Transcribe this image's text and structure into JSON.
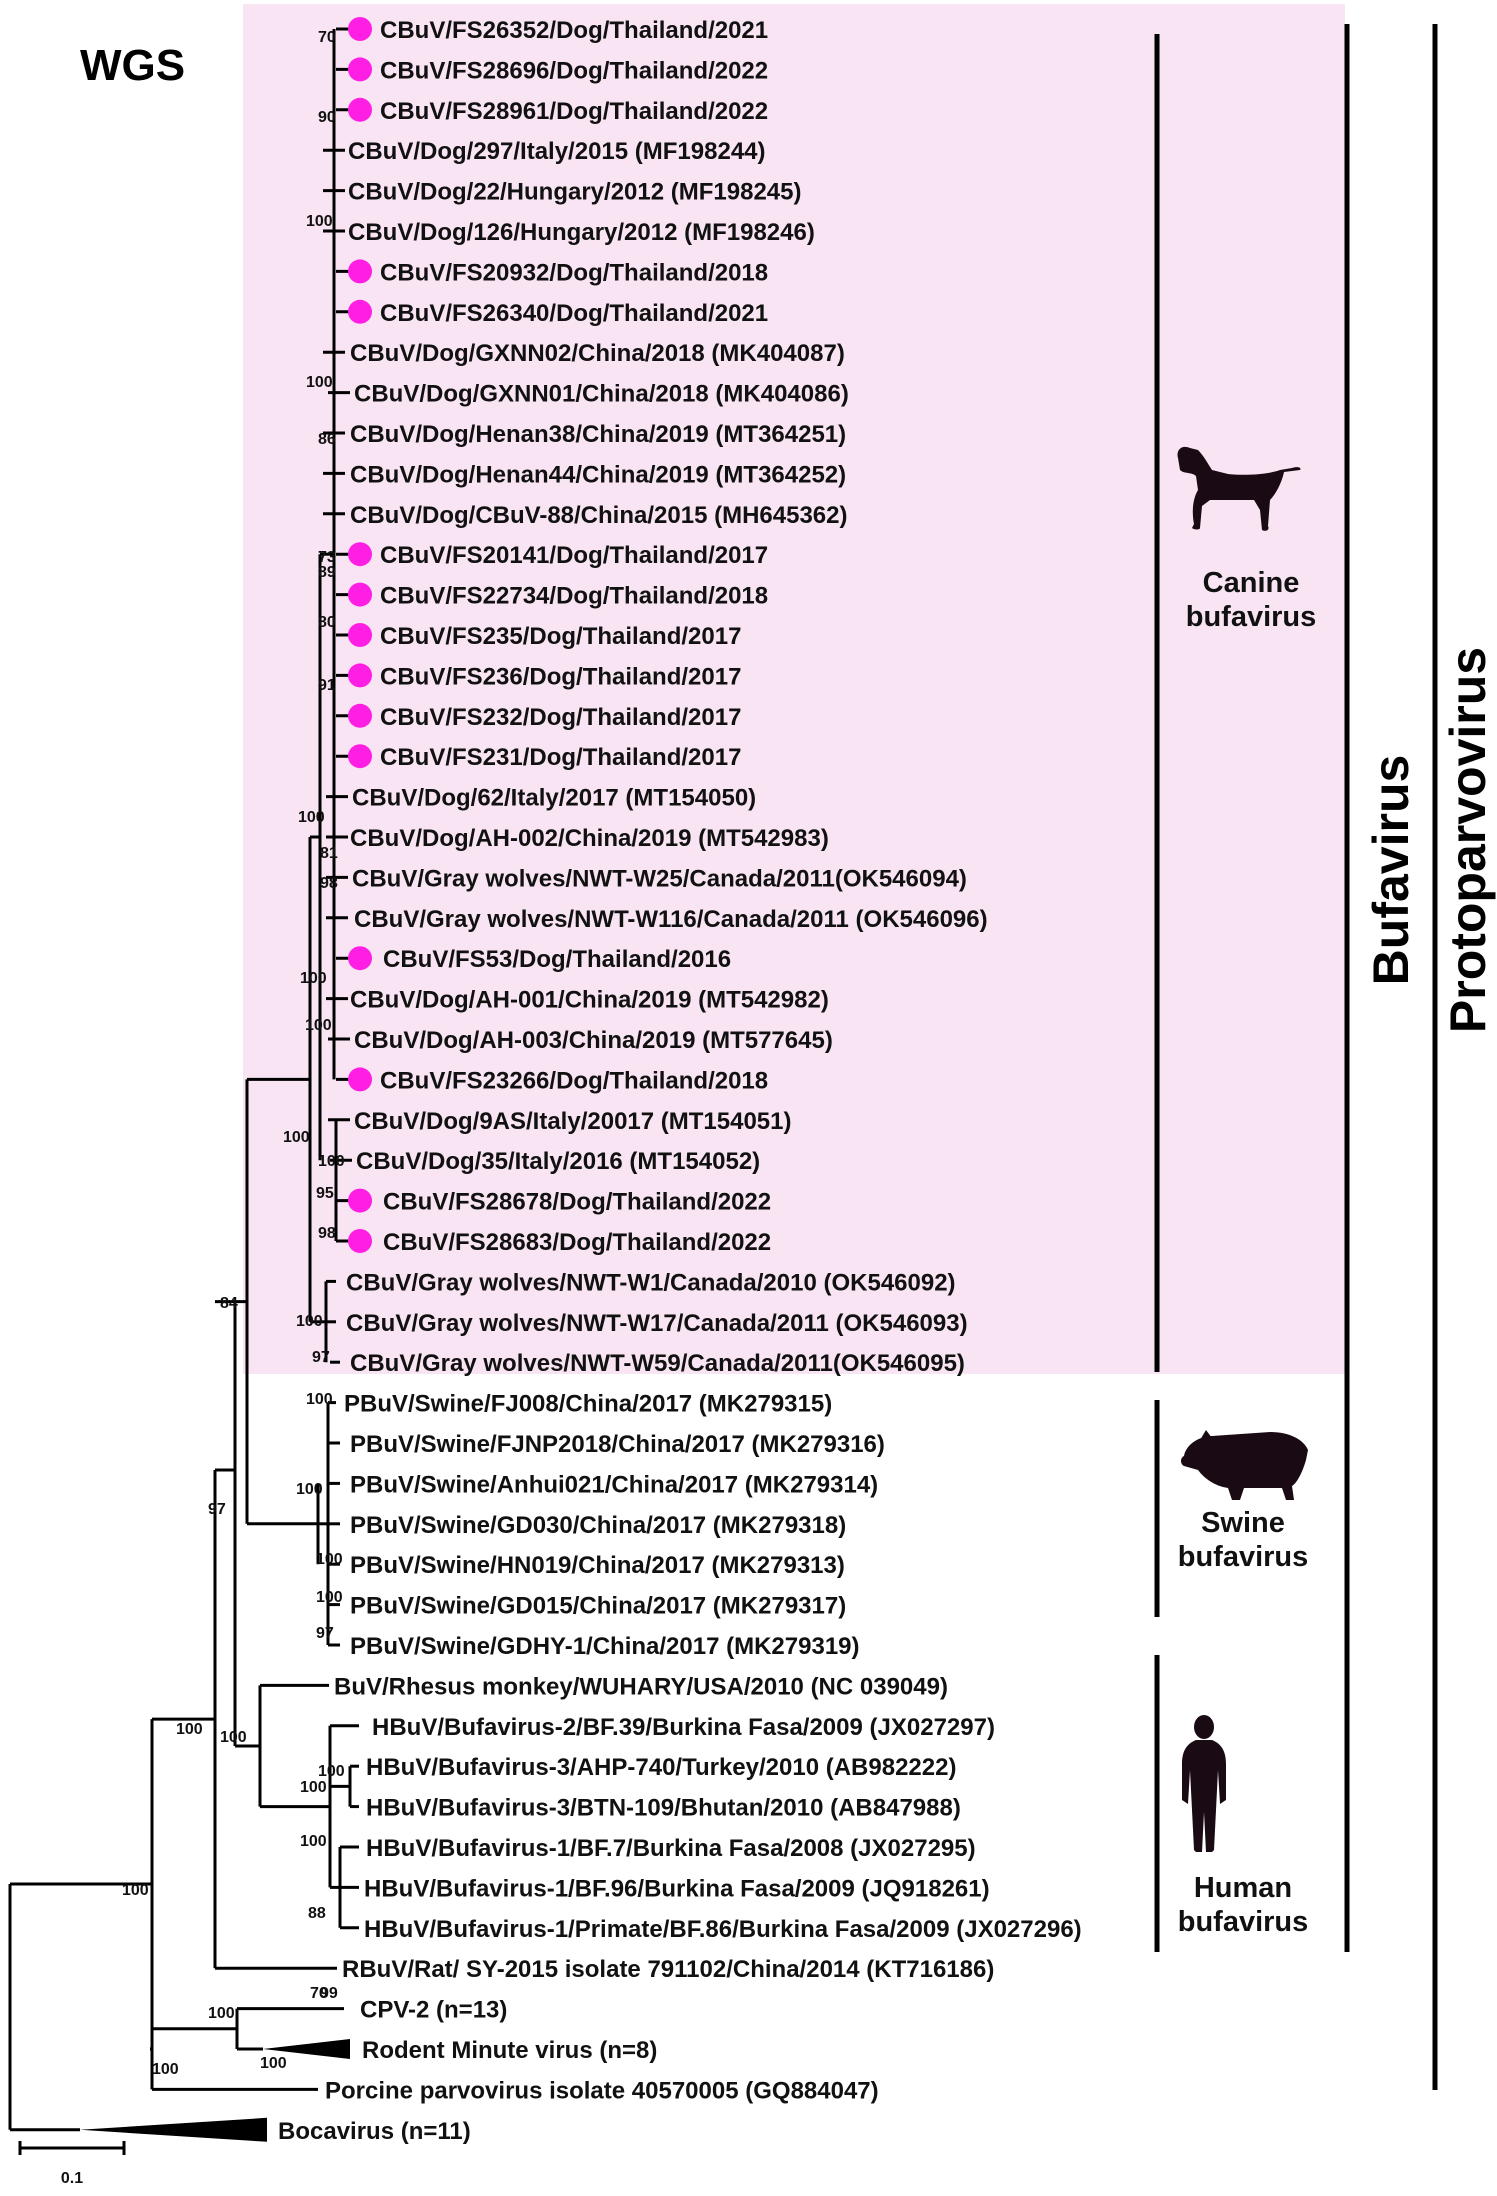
{
  "title": "WGS",
  "scale_label": "0.1",
  "colors": {
    "canine_bg": "#f9e4f3",
    "thai_marker": "#ff1ee4",
    "line": "#000000"
  },
  "groups": {
    "canine": [
      "Canine",
      "bufavirus"
    ],
    "swine": [
      "Swine",
      "bufavirus"
    ],
    "human": [
      "Human",
      "bufavirus"
    ],
    "genus": "Bufavirus",
    "protoparvovirus": "Protoparvovirus"
  },
  "icons": [
    "dog-silhouette-icon",
    "pig-silhouette-icon",
    "human-silhouette-icon"
  ],
  "leaves": [
    {
      "label": "CBuV/FS26352/Dog/Thailand/2021",
      "thai": true
    },
    {
      "label": "CBuV/FS28696/Dog/Thailand/2022",
      "thai": true
    },
    {
      "label": "CBuV/FS28961/Dog/Thailand/2022",
      "thai": true
    },
    {
      "label": "CBuV/Dog/297/Italy/2015 (MF198244)",
      "thai": false
    },
    {
      "label": "CBuV/Dog/22/Hungary/2012 (MF198245)",
      "thai": false
    },
    {
      "label": "CBuV/Dog/126/Hungary/2012 (MF198246)",
      "thai": false
    },
    {
      "label": "CBuV/FS20932/Dog/Thailand/2018",
      "thai": true
    },
    {
      "label": "CBuV/FS26340/Dog/Thailand/2021",
      "thai": true
    },
    {
      "label": "CBuV/Dog/GXNN02/China/2018 (MK404087)",
      "thai": false
    },
    {
      "label": "CBuV/Dog/GXNN01/China/2018 (MK404086)",
      "thai": false
    },
    {
      "label": "CBuV/Dog/Henan38/China/2019 (MT364251)",
      "thai": false
    },
    {
      "label": "CBuV/Dog/Henan44/China/2019 (MT364252)",
      "thai": false
    },
    {
      "label": "CBuV/Dog/CBuV-88/China/2015 (MH645362)",
      "thai": false
    },
    {
      "label": "CBuV/FS20141/Dog/Thailand/2017",
      "thai": true
    },
    {
      "label": "CBuV/FS22734/Dog/Thailand/2018",
      "thai": true
    },
    {
      "label": "CBuV/FS235/Dog/Thailand/2017",
      "thai": true
    },
    {
      "label": "CBuV/FS236/Dog/Thailand/2017",
      "thai": true
    },
    {
      "label": "CBuV/FS232/Dog/Thailand/2017",
      "thai": true
    },
    {
      "label": "CBuV/FS231/Dog/Thailand/2017",
      "thai": true
    },
    {
      "label": "CBuV/Dog/62/Italy/2017 (MT154050)",
      "thai": false
    },
    {
      "label": "CBuV/Dog/AH-002/China/2019 (MT542983)",
      "thai": false
    },
    {
      "label": "CBuV/Gray wolves/NWT-W25/Canada/2011(OK546094)",
      "thai": false
    },
    {
      "label": "CBuV/Gray wolves/NWT-W116/Canada/2011 (OK546096)",
      "thai": false
    },
    {
      "label": "CBuV/FS53/Dog/Thailand/2016",
      "thai": true
    },
    {
      "label": "CBuV/Dog/AH-001/China/2019 (MT542982)",
      "thai": false
    },
    {
      "label": "CBuV/Dog/AH-003/China/2019 (MT577645)",
      "thai": false
    },
    {
      "label": "CBuV/FS23266/Dog/Thailand/2018",
      "thai": true
    },
    {
      "label": "CBuV/Dog/9AS/Italy/20017 (MT154051)",
      "thai": false
    },
    {
      "label": "CBuV/Dog/35/Italy/2016 (MT154052)",
      "thai": false
    },
    {
      "label": "CBuV/FS28678/Dog/Thailand/2022",
      "thai": true
    },
    {
      "label": "CBuV/FS28683/Dog/Thailand/2022",
      "thai": true
    },
    {
      "label": "CBuV/Gray wolves/NWT-W1/Canada/2010 (OK546092)",
      "thai": false
    },
    {
      "label": "CBuV/Gray wolves/NWT-W17/Canada/2011 (OK546093)",
      "thai": false
    },
    {
      "label": "CBuV/Gray wolves/NWT-W59/Canada/2011(OK546095)",
      "thai": false
    },
    {
      "label": "PBuV/Swine/FJ008/China/2017 (MK279315)",
      "thai": false
    },
    {
      "label": "PBuV/Swine/FJNP2018/China/2017 (MK279316)",
      "thai": false
    },
    {
      "label": "PBuV/Swine/Anhui021/China/2017 (MK279314)",
      "thai": false
    },
    {
      "label": "PBuV/Swine/GD030/China/2017 (MK279318)",
      "thai": false
    },
    {
      "label": "PBuV/Swine/HN019/China/2017 (MK279313)",
      "thai": false
    },
    {
      "label": "PBuV/Swine/GD015/China/2017 (MK279317)",
      "thai": false
    },
    {
      "label": "PBuV/Swine/GDHY-1/China/2017 (MK279319)",
      "thai": false
    },
    {
      "label": "BuV/Rhesus monkey/WUHARY/USA/2010 (NC 039049)",
      "thai": false
    },
    {
      "label": "HBuV/Bufavirus-2/BF.39/Burkina Fasa/2009 (JX027297)",
      "thai": false
    },
    {
      "label": "HBuV/Bufavirus-3/AHP-740/Turkey/2010 (AB982222)",
      "thai": false
    },
    {
      "label": "HBuV/Bufavirus-3/BTN-109/Bhutan/2010 (AB847988)",
      "thai": false
    },
    {
      "label": "HBuV/Bufavirus-1/BF.7/Burkina Fasa/2008 (JX027295)",
      "thai": false
    },
    {
      "label": "HBuV/Bufavirus-1/BF.96/Burkina Fasa/2009 (JQ918261)",
      "thai": false
    },
    {
      "label": "HBuV/Bufavirus-1/Primate/BF.86/Burkina Fasa/2009 (JX027296)",
      "thai": false
    },
    {
      "label": "RBuV/Rat/ SY-2015 isolate 791102/China/2014 (KT716186)",
      "thai": false
    },
    {
      "label": "CPV-2 (n=13)",
      "thai": false
    },
    {
      "label": "Rodent Minute virus (n=8)",
      "thai": false
    },
    {
      "label": "Porcine parvovirus isolate 40570005 (GQ884047)",
      "thai": false
    },
    {
      "label": "Bocavirus (n=11)",
      "thai": false
    }
  ],
  "bootstrap": [
    "70",
    "90",
    "100",
    "100",
    "86",
    "73",
    "89",
    "80",
    "91",
    "100",
    "81",
    "98",
    "100",
    "100",
    "100",
    "100",
    "95",
    "98",
    "84",
    "100",
    "97",
    "100",
    "100",
    "100",
    "100",
    "97",
    "97",
    "100",
    "100",
    "100",
    "100",
    "100",
    "88",
    "70",
    "100",
    "100",
    "99",
    "100",
    "100"
  ]
}
